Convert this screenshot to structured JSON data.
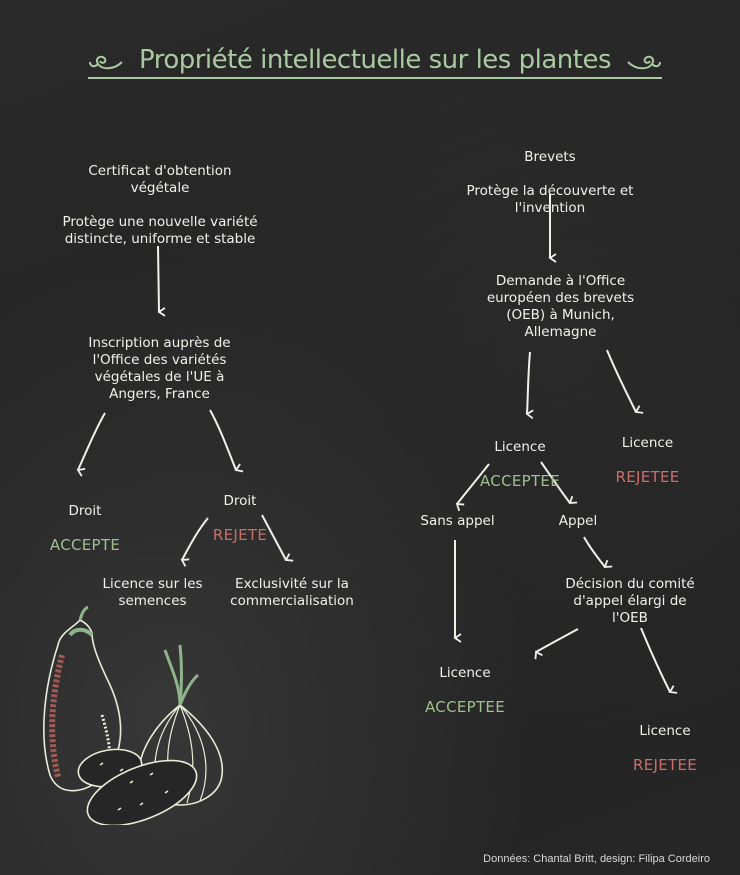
{
  "title": "Propriété intellectuelle sur les plantes",
  "colors": {
    "background": "#262626",
    "title": "#a9c9a1",
    "text": "#f1f1ec",
    "accepted": "#9fc08f",
    "rejected": "#c76f6b"
  },
  "left_branch": {
    "root": {
      "title": "Certificat d'obtention végétale",
      "description": "Protège une nouvelle variété distincte, uniforme et stable"
    },
    "registration": "Inscription auprès de l'Office des variétés végétales de l'UE à Angers, France",
    "accepted": {
      "label": "Droit",
      "status": "ACCEPTE"
    },
    "rejected": {
      "label": "Droit",
      "status": "REJETE"
    },
    "outcomes": [
      "Licence sur les semences",
      "Exclusivité sur la commercialisation"
    ]
  },
  "right_branch": {
    "root": {
      "title": "Brevets",
      "description": "Protège la découverte et l'invention"
    },
    "application": "Demande à l'Office européen des brevets (OEB) à Munich, Allemagne",
    "accepted": {
      "label": "Licence",
      "status": "ACCEPTEE"
    },
    "rejected": {
      "label": "Licence",
      "status": "REJETEE"
    },
    "no_appeal": "Sans appel",
    "appeal": "Appel",
    "appeal_board": "Décision du comité d'appel élargi de l'OEB",
    "final_accepted": {
      "label": "Licence",
      "status": "ACCEPTEE"
    },
    "final_rejected": {
      "label": "Licence",
      "status": "REJETEE"
    }
  },
  "illustration": [
    "eggplant-icon",
    "onion-icon",
    "potato-icon"
  ],
  "credit": "Données: Chantal Britt, design: Filipa Cordeiro"
}
